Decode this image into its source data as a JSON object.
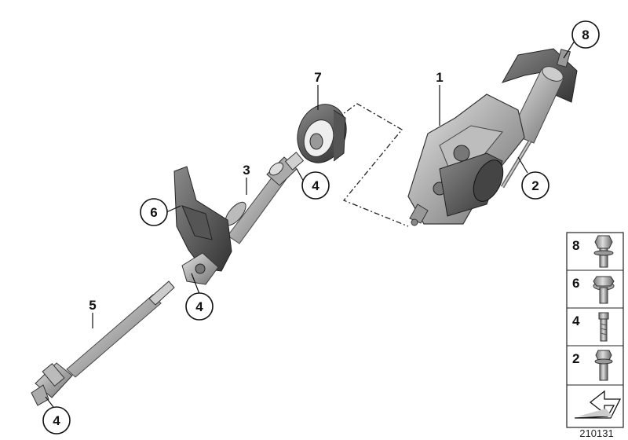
{
  "callouts": {
    "c8": "8",
    "c1": "1",
    "c7": "7",
    "c2": "2",
    "c3": "3",
    "c4a": "4",
    "c6": "6",
    "c4b": "4",
    "c5": "5",
    "c4c": "4"
  },
  "legend": {
    "items": [
      "8",
      "6",
      "4",
      "2"
    ]
  },
  "diagram_id": "210131"
}
